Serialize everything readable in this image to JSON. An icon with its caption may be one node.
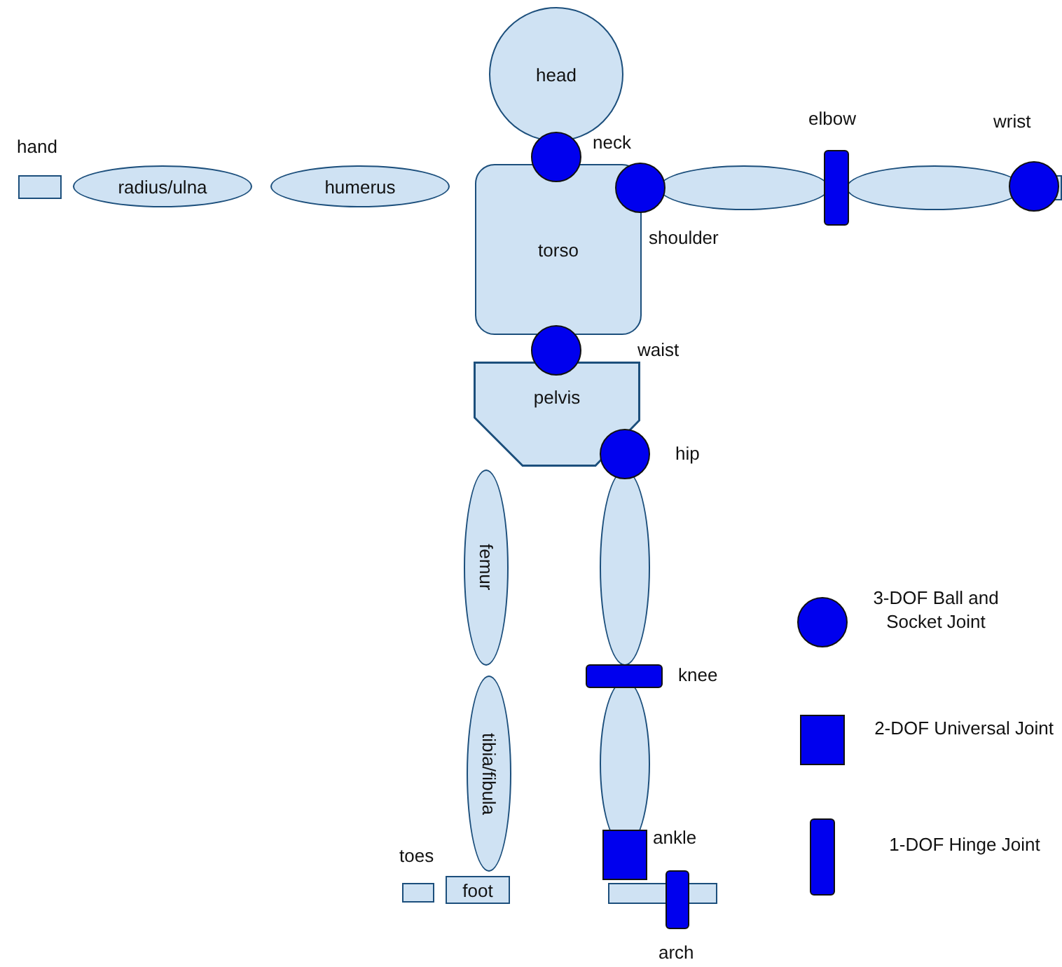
{
  "diagram": {
    "nodes": [
      {
        "text": [
          "head"
        ]
      },
      {
        "text": [
          "hand"
        ]
      },
      {
        "text": [
          "radius/ulna"
        ]
      },
      {
        "text": [
          "humerus"
        ]
      },
      {
        "text": [],
        "shape": "circle"
      },
      {
        "text": [
          "torso"
        ]
      },
      {
        "text": [],
        "shape": "circle",
        "beside": [
          "shoulder"
        ]
      },
      {
        "text": [],
        "shape": "ellipse"
      },
      {
        "text": [],
        "shape": "bar",
        "beside": [
          "elbow"
        ]
      },
      {
        "text": [],
        "shape": "ellipse"
      },
      {
        "text": [],
        "shape": "circle",
        "beside": [
          "wrist"
        ]
      },
      {
        "text": [],
        "shape": "box"
      },
      {
        "text": [],
        "shape": "circle"
      },
      {
        "text": [
          "pelvis"
        ]
      },
      {
        "text": [],
        "shape": "circle",
        "beside": [
          "hip"
        ]
      },
      {
        "text": [
          "femur"
        ]
      },
      {
        "text": [],
        "shape": "ellipse"
      },
      {
        "text": [],
        "shape": "bar",
        "beside": [
          "knee"
        ]
      },
      {
        "text": [
          "tibia/fibula"
        ]
      },
      {
        "text": [],
        "shape": "ellipse"
      },
      {
        "text": [],
        "shape": "box",
        "beside": [
          "ankle"
        ]
      },
      {
        "text": [
          "toes"
        ]
      },
      {
        "text": [
          "foot"
        ]
      },
      {
        "text": [],
        "shape": "box"
      },
      {
        "text": [],
        "shape": "bar",
        "beside": [
          "arch"
        ]
      }
    ],
    "labels": [
      "neck",
      "waist"
    ],
    "legend": [
      {
        "text": "3-DOF Ball and Socket Joint"
      },
      {
        "text": "2-DOF Universal Joint"
      },
      {
        "text": "1-DOF Hinge Joint"
      }
    ]
  }
}
